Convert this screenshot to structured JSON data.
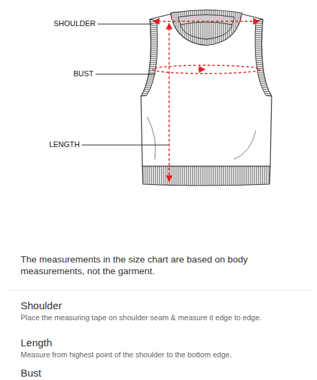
{
  "diagram": {
    "labels": [
      "SHOULDER",
      "BUST",
      "LENGTH",
      "The measurements in the size chart are based on body measurements, not the garment.",
      "Shoulder",
      "Place the measuring tape on shoulder seam & measure it edge to edge.",
      "Length",
      "Measure from highest point of the shoulder to the bottom edge.",
      "Bust"
    ]
  }
}
